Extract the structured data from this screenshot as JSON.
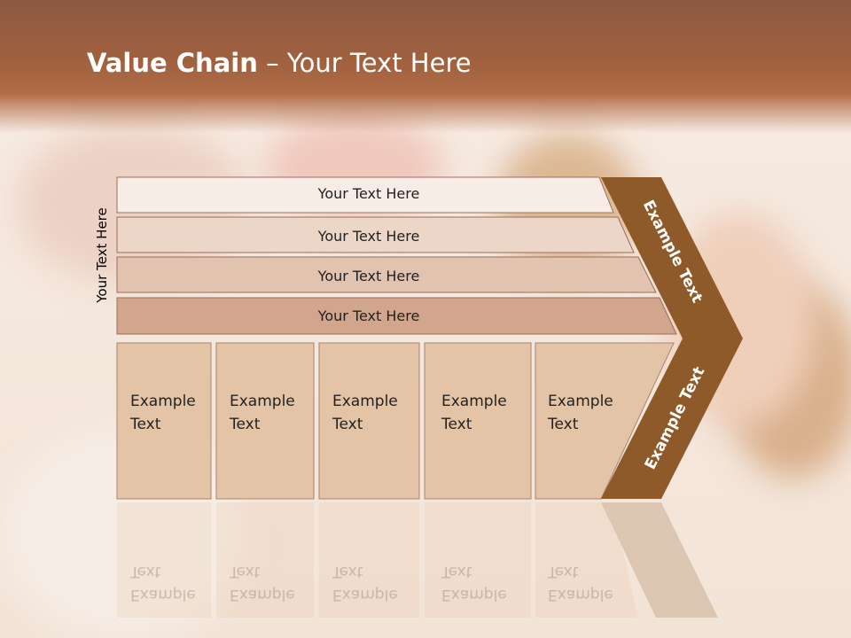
{
  "slide": {
    "title_bold": "Value Chain",
    "title_rest": " – Your Text Here",
    "vertical_label": "Your Text Here",
    "rows": [
      "Your Text Here",
      "Your Text Here",
      "Your Text Here",
      "Your Text Here"
    ],
    "boxes": [
      "Example\nText",
      "Example\nText",
      "Example\nText",
      "Example\nText",
      "Example\nText"
    ],
    "arrow_upper": "Example Text",
    "arrow_lower": "Example Text"
  },
  "colors": {
    "header": "#a0603e",
    "row1": "#f7ece6",
    "row2": "#ecd6c8",
    "row3": "#e2c3b0",
    "row4": "#d2a68c",
    "box": "#e4c4a6",
    "arrow": "#8f5a2a"
  }
}
